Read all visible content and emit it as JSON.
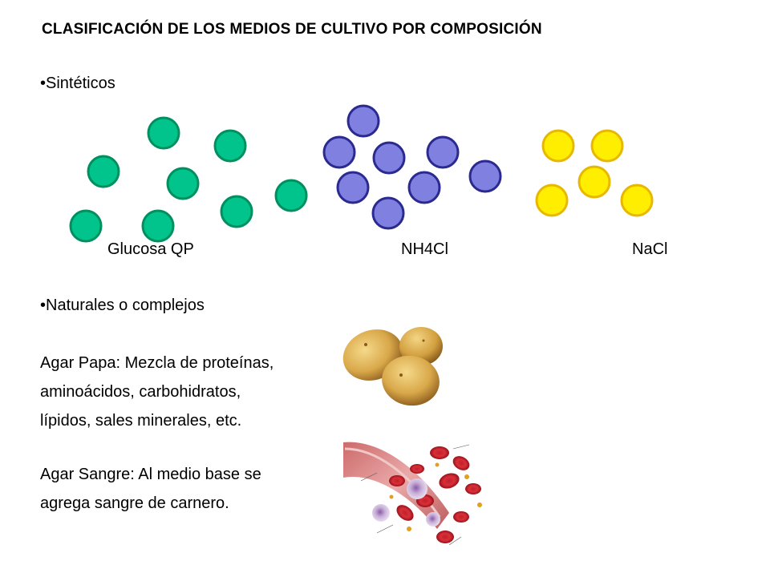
{
  "title": "CLASIFICACIÓN DE LOS MEDIOS DE CULTIVO POR COMPOSICIÓN",
  "bullet_sinteticos": "•Sintéticos",
  "labels": {
    "glucosa": "Glucosa QP",
    "nh4cl": "NH4Cl",
    "nacl": "NaCl"
  },
  "bullet_naturales": "•Naturales o complejos",
  "agar_papa": {
    "line1": "Agar Papa: Mezcla de proteínas,",
    "line2": "aminoácidos, carbohidratos,",
    "line3": "lípidos, sales minerales, etc."
  },
  "agar_sangre": {
    "line1": "Agar Sangre: Al medio base se",
    "line2": "agrega sangre de carnero."
  },
  "colors": {
    "glucosa_fill": "#00c48c",
    "glucosa_stroke": "#00905f",
    "nh4cl_fill": "#8080e0",
    "nh4cl_stroke": "#2a2a90",
    "nacl_fill": "#ffee00",
    "nacl_stroke": "#e8b800"
  },
  "images": [
    "potatoes-photo",
    "blood-vessel-illustration"
  ]
}
